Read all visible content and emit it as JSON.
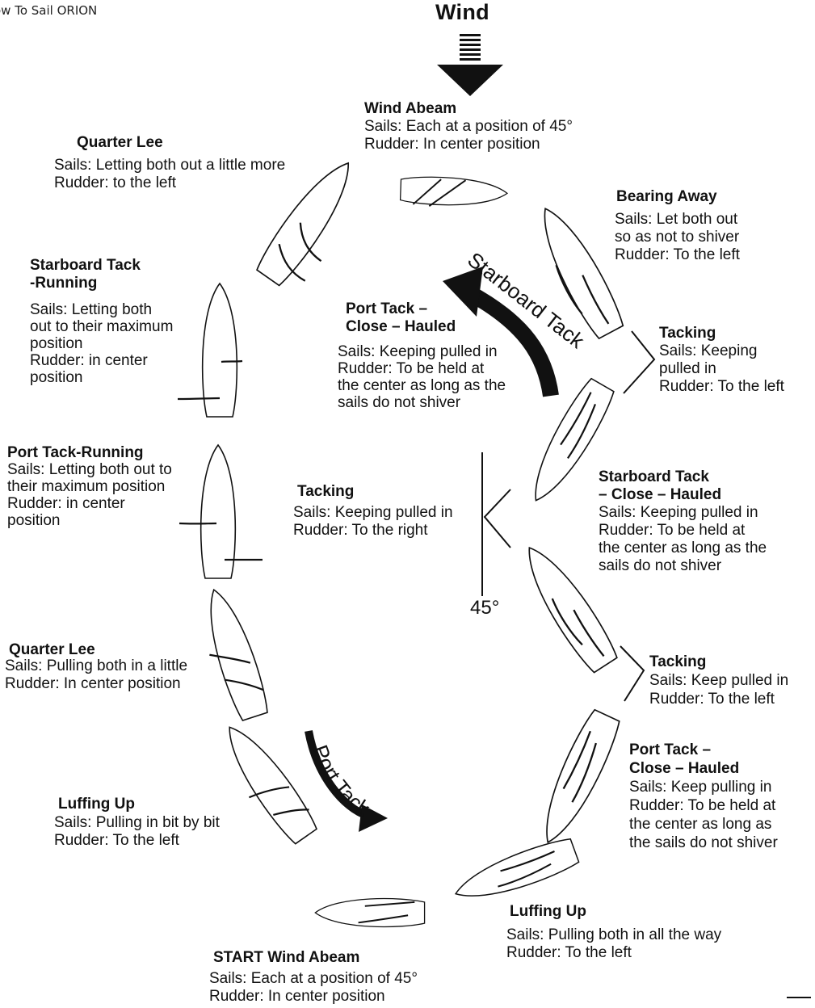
{
  "header": "ow To Sail ORION",
  "wind_title": "Wind",
  "degree_label": "45°",
  "tack_labels": {
    "starboard": "Starboard Tack",
    "port": "Port Tack"
  },
  "positions": [
    {
      "title": "Wind Abeam",
      "lines": [
        "Sails: Each at a position of 45°",
        "Rudder: In center position"
      ]
    },
    {
      "title": "Quarter Lee",
      "lines": [
        "Sails: Letting both out a little more",
        "Rudder: to the left"
      ]
    },
    {
      "title": "Bearing Away",
      "lines": [
        "Sails: Let both out",
        "so as not to shiver",
        "Rudder: To the left"
      ]
    },
    {
      "title": "Starboard Tack",
      "title2": "-Running",
      "lines": [
        "Sails: Letting both",
        "out to their maximum",
        "position",
        "Rudder: in center",
        "position"
      ]
    },
    {
      "title": "Port Tack –",
      "title2": "Close – Hauled",
      "lines": [
        "Sails: Keeping pulled in",
        "Rudder: To be held at",
        "the center as long as the",
        "sails do not shiver"
      ]
    },
    {
      "title": "Tacking",
      "lines": [
        "Sails: Keeping",
        "pulled in",
        "Rudder: To the left"
      ]
    },
    {
      "title": "Port Tack-Running",
      "lines": [
        "Sails: Letting both out to",
        "their maximum position",
        "Rudder: in center",
        "position"
      ]
    },
    {
      "title": "Tacking",
      "lines": [
        "Sails: Keeping pulled in",
        "Rudder: To the right"
      ]
    },
    {
      "title": "Starboard Tack",
      "title2": "– Close – Hauled",
      "lines": [
        "Sails: Keeping pulled in",
        "Rudder: To be held at",
        "the center as long as the",
        "sails do not shiver"
      ]
    },
    {
      "title": "Quarter Lee",
      "lines": [
        "Sails: Pulling both in a little",
        "Rudder: In center position"
      ]
    },
    {
      "title": "Tacking",
      "lines": [
        "Sails: Keep pulled in",
        "Rudder: To the left"
      ]
    },
    {
      "title": "Port Tack –",
      "title2": "Close – Hauled",
      "lines": [
        "Sails: Keep pulling in",
        "Rudder: To be held at",
        "the center as long as",
        "the sails do not shiver"
      ]
    },
    {
      "title": "Luffing Up",
      "lines": [
        "Sails: Pulling in bit by bit",
        "Rudder: To the left"
      ]
    },
    {
      "title": "Luffing Up",
      "lines": [
        "Sails: Pulling both in all the way",
        "Rudder: To the left"
      ]
    },
    {
      "title": "START Wind Abeam",
      "lines": [
        "Sails: Each at a position of 45°",
        "Rudder: In center position"
      ]
    }
  ]
}
